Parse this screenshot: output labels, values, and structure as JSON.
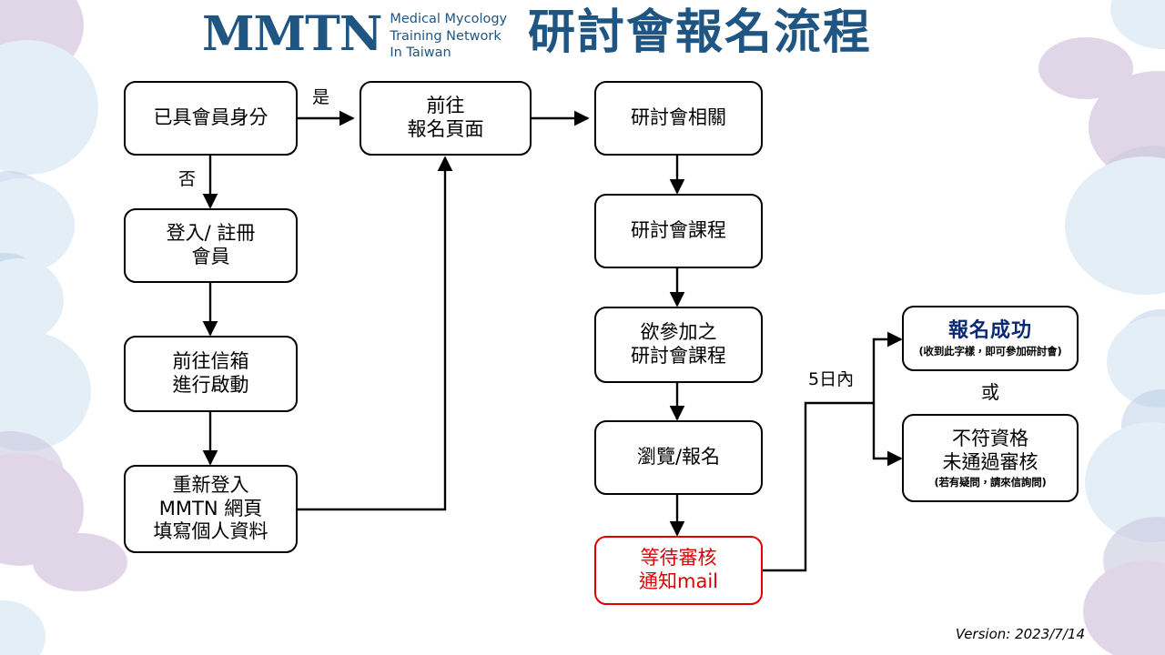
{
  "header": {
    "logo_mark": "MMTN",
    "logo_sub_line1": "Medical Mycology",
    "logo_sub_line2": "Training Network",
    "logo_sub_line3": "In Taiwan",
    "title": "研討會報名流程",
    "brand_color": "#1f5582"
  },
  "nodes": {
    "member_status": {
      "line1": "已具會員身分"
    },
    "goto_signup_page": {
      "line1": "前往",
      "line2": "報名頁面"
    },
    "seminar_related": {
      "line1": "研討會相關"
    },
    "login_register": {
      "line1": "登入/ 註冊",
      "line2": "會員"
    },
    "seminar_course": {
      "line1": "研討會課程"
    },
    "goto_mailbox": {
      "line1": "前往信箱",
      "line2": "進行啟動"
    },
    "desired_course": {
      "line1": "欲參加之",
      "line2": "研討會課程"
    },
    "success": {
      "line1": "報名成功",
      "note": "(收到此字樣，即可參加研討會)",
      "text_color": "#0b2a74"
    },
    "relogin": {
      "line1": "重新登入",
      "line2": "MMTN 網頁",
      "line3": "填寫個人資料"
    },
    "browse_signup": {
      "line1": "瀏覽/報名"
    },
    "rejected": {
      "line1": "不符資格",
      "line2": "未通過審核",
      "note": "(若有疑問，請來信詢問)"
    },
    "waiting_review": {
      "line1": "等待審核",
      "line2": "通知mail",
      "border_color": "#e00000",
      "text_color": "#e00000"
    }
  },
  "edge_labels": {
    "yes": "是",
    "no": "否",
    "within_5_days": "5日內",
    "or": "或"
  },
  "footer": {
    "version": "Version: 2023/7/14"
  },
  "decor": {
    "purple": "#c9b6d4",
    "blue": "#cfe1f2"
  }
}
